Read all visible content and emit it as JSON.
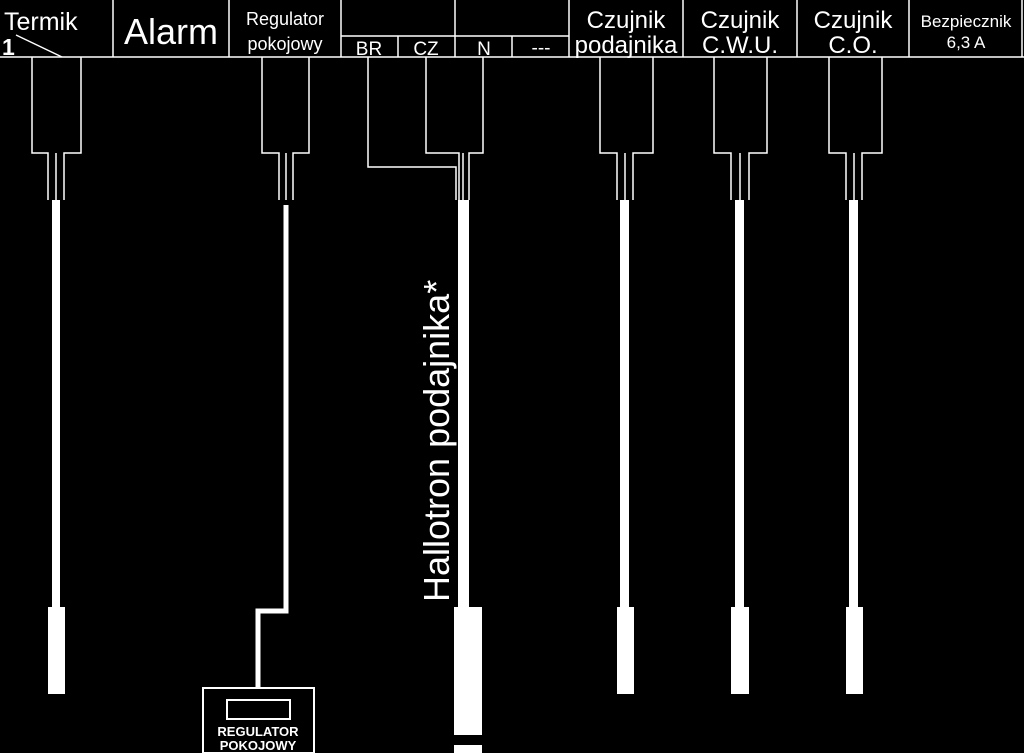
{
  "colors": {
    "background": "#000000",
    "foreground": "#ffffff"
  },
  "header": {
    "termik": {
      "label": "Termik",
      "number": "1"
    },
    "alarm": {
      "label": "Alarm"
    },
    "regulator": {
      "line1": "Regulator",
      "line2": "pokojowy"
    },
    "hallotron_pins": [
      "BR",
      "CZ",
      "N",
      "---"
    ],
    "czujnik_podajnika": {
      "line1": "Czujnik",
      "line2": "podajnika"
    },
    "czujnik_cwu": {
      "line1": "Czujnik",
      "line2": "C.W.U."
    },
    "czujnik_co": {
      "line1": "Czujnik",
      "line2": "C.O."
    },
    "bezpiecznik": {
      "line1": "Bezpiecznik",
      "line2": "6,3 A"
    }
  },
  "hallotron_label": "Hallotron podajnika*",
  "regulator_box": {
    "line1": "REGULATOR",
    "line2": "POKOJOWY"
  }
}
